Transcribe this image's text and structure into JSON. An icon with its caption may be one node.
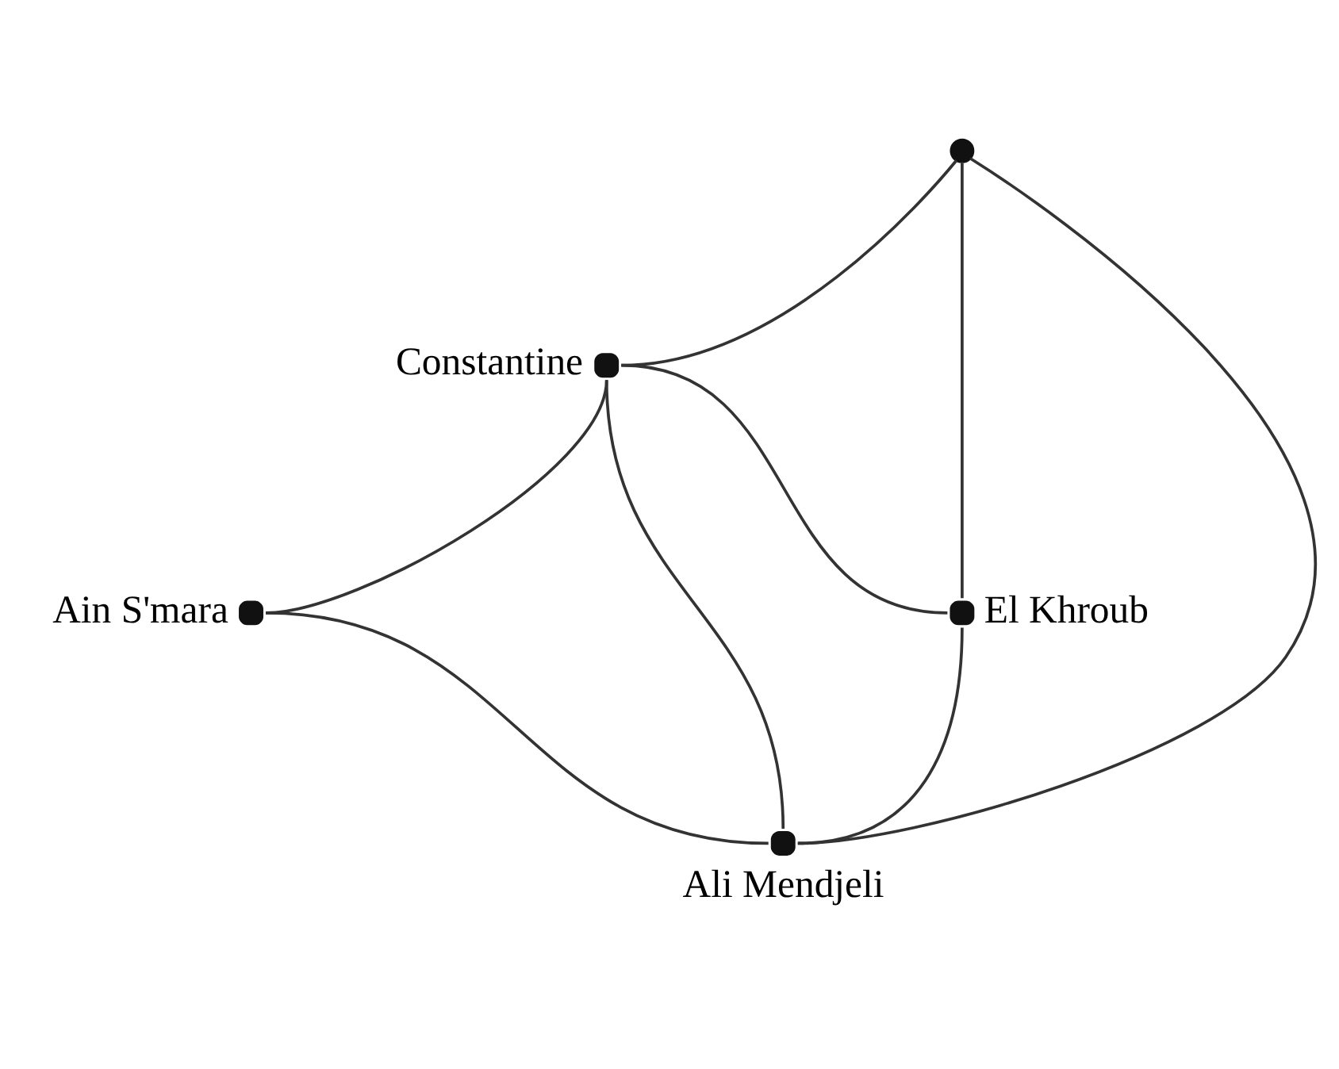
{
  "diagram": {
    "nodes": [
      {
        "text": [],
        "shape": "circle"
      },
      {
        "text": [
          "Constantine"
        ]
      },
      {
        "text": [
          "Ain S'mara"
        ]
      },
      {
        "text": [
          "El Khroub"
        ]
      },
      {
        "text": [
          "Ali Mendjeli"
        ]
      }
    ],
    "edges": [
      {
        "from": 0,
        "to": 1,
        "arrow": "none"
      },
      {
        "from": 0,
        "to": 4,
        "arrow": "none"
      },
      {
        "from": 0,
        "to": 3,
        "arrow": "none"
      },
      {
        "from": 1,
        "to": 2,
        "arrow": "none"
      },
      {
        "from": 1,
        "to": 4,
        "arrow": "none"
      },
      {
        "from": 1,
        "to": 3,
        "arrow": "none"
      },
      {
        "from": 2,
        "to": 4,
        "arrow": "none"
      },
      {
        "from": 4,
        "to": 3,
        "arrow": "none"
      }
    ]
  }
}
